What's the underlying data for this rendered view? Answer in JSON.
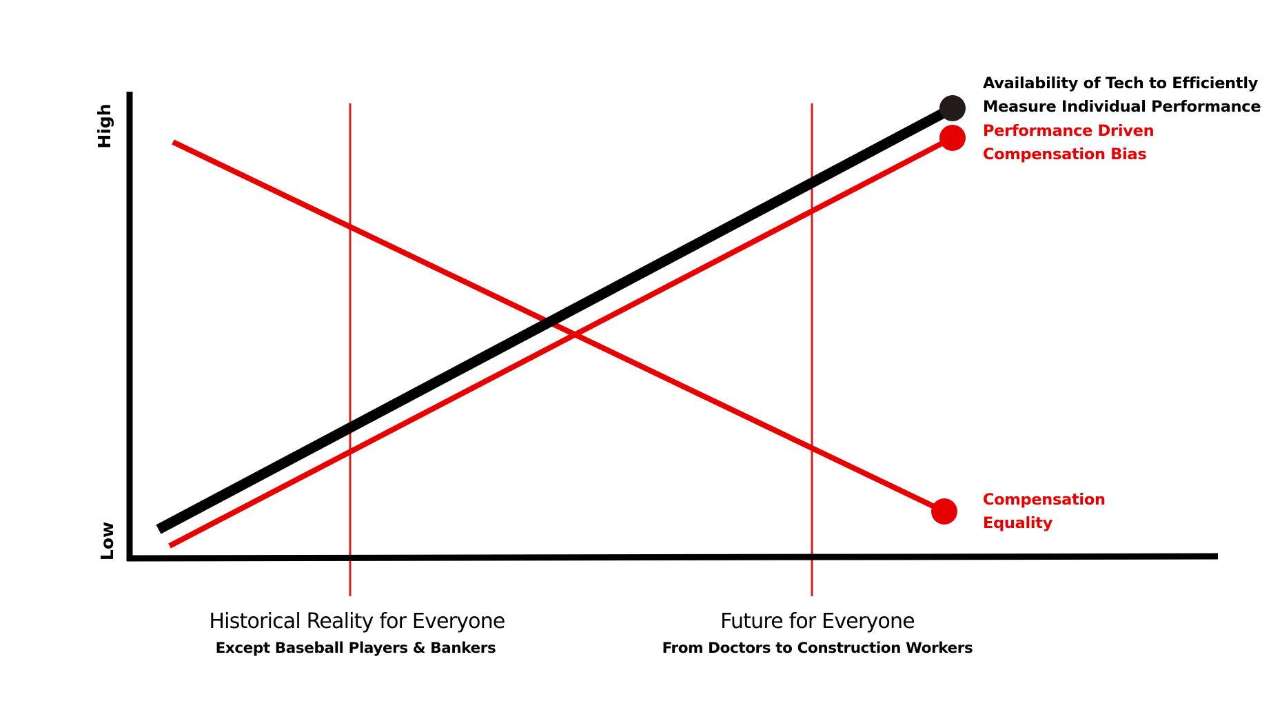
{
  "chart_data": {
    "type": "line",
    "title": "",
    "xlabel": "",
    "ylabel": "",
    "y_axis": {
      "low_label": "Low",
      "high_label": "High",
      "range": [
        0,
        100
      ]
    },
    "x_axis": {
      "range": [
        0,
        100
      ]
    },
    "grid": false,
    "reference_lines": [
      {
        "x": 22,
        "title": "Historical Reality for Everyone",
        "subtitle": "Except Baseball Players & Bankers"
      },
      {
        "x": 72,
        "title": "Future for Everyone",
        "subtitle": "From Doctors to Construction Workers"
      }
    ],
    "series": [
      {
        "name": "Availability of Tech to Efficiently Measure Individual Performance",
        "label_lines": [
          "Availability of Tech to Efficiently",
          "Measure Individual Performance"
        ],
        "color": "#000000",
        "x": [
          3,
          76
        ],
        "values": [
          7,
          97
        ]
      },
      {
        "name": "Performance Driven Compensation Bias",
        "label_lines": [
          "Performance Driven",
          "Compensation Bias"
        ],
        "color": "#e60000",
        "x": [
          4,
          76
        ],
        "values": [
          3,
          90
        ]
      },
      {
        "name": "Compensation Equality",
        "label_lines": [
          "Compensation",
          "Equality"
        ],
        "color": "#e60000",
        "x": [
          4,
          75
        ],
        "values": [
          90,
          11
        ]
      }
    ],
    "legend_position": "right (inline end labels)"
  },
  "axes": {
    "y_high": "High",
    "y_low": "Low"
  },
  "categories": [
    {
      "title": "Historical Reality for Everyone",
      "subtitle": "Except Baseball Players & Bankers"
    },
    {
      "title": "Future for Everyone",
      "subtitle": "From Doctors to Construction Workers"
    }
  ],
  "labels": {
    "tech": [
      "Availability of Tech to Efficiently",
      "Measure Individual Performance"
    ],
    "bias": [
      "Performance Driven",
      "Compensation Bias"
    ],
    "equality": [
      "Compensation",
      "Equality"
    ]
  },
  "colors": {
    "axis": "#000000",
    "red": "#e60000",
    "ref_line": "#d41c1c",
    "tech_dot": "#231b19"
  }
}
